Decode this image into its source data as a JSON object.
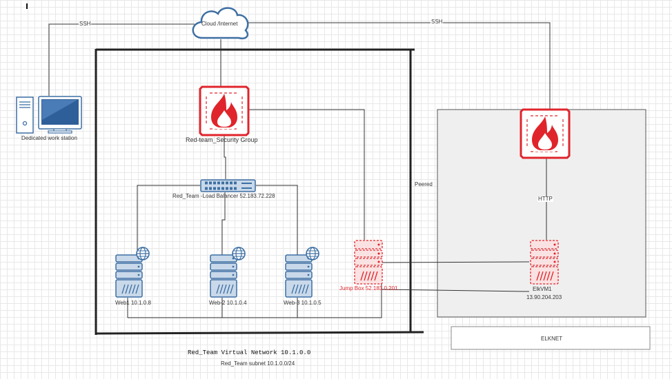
{
  "cloud": {
    "label": "Cloud /Internet"
  },
  "connections": {
    "ssh_left": "SSH",
    "ssh_right": "SSH",
    "peered": "Peered",
    "http": "HTTP"
  },
  "workstation": {
    "label": "Dedicated work station"
  },
  "security_group": {
    "label": "Red-team_Security Group"
  },
  "load_balancer": {
    "label": "Red_Team -Load Balancer 52.183.72.228"
  },
  "web_servers": [
    {
      "label": "Web1 10.1.0.8"
    },
    {
      "label": "Web-2 10.1.0.4"
    },
    {
      "label": "Web-3 10.1.0.5"
    }
  ],
  "jump_box": {
    "label": "Jump Box 52.183.0.201"
  },
  "elk": {
    "name": "ElkVM1",
    "ip": "13.90.204.203"
  },
  "elknet": {
    "label": "ELKNET"
  },
  "vnet": {
    "title": "Red_Team Virtual Network 10.1.0.0",
    "subnet": "Red_Team subnet  10.1.0.0/24"
  },
  "colors": {
    "firewall_red": "#e0242b",
    "server_blue": "#3d6fa3",
    "server_fill": "#c9d9ea",
    "elk_bg": "#efefef"
  },
  "icons": [
    "cloud-icon",
    "computer-icon",
    "firewall-icon",
    "switch-icon",
    "server-icon",
    "globe-icon"
  ]
}
